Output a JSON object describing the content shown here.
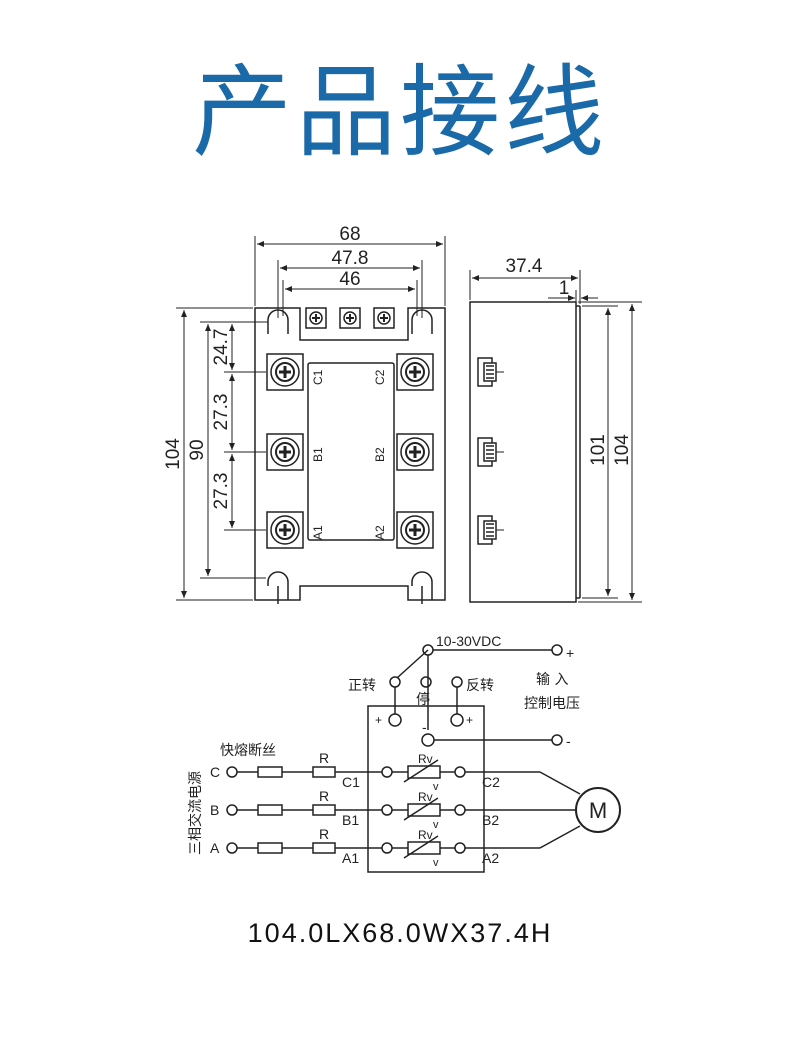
{
  "title": "产品接线",
  "dimensions": {
    "top_68": "68",
    "top_47_8": "47.8",
    "top_46": "46",
    "side_37_4": "37.4",
    "side_1": "1",
    "left_104": "104",
    "left_90": "90",
    "left_24_7": "24.7",
    "left_27_3a": "27.3",
    "left_27_3b": "27.3",
    "right_101": "101",
    "right_104": "104"
  },
  "terminals": {
    "c1": "C1",
    "b1": "B1",
    "a1": "A1",
    "c2": "C2",
    "b2": "B2",
    "a2": "A2"
  },
  "wiring": {
    "supply_voltage": "10-30VDC",
    "plus_top": "+",
    "input_label_1": "输 入",
    "input_label_2": "控制电压",
    "forward": "正转",
    "stop": "停",
    "reverse": "反转",
    "plus_left": "+",
    "plus_right": "+",
    "minus_center": "-",
    "minus_right": "-",
    "fuse": "快熔断丝",
    "three_phase": "三相交流电源",
    "phase_c": "C",
    "phase_b": "B",
    "phase_a": "A",
    "r1": "R",
    "r2": "R",
    "r3": "R",
    "rv1": "Rv",
    "rv2": "Rv",
    "rv3": "Rv",
    "v1": "v",
    "v2": "v",
    "v3": "v",
    "out_c1": "C1",
    "out_b1": "B1",
    "out_a1": "A1",
    "out_c2": "C2",
    "out_b2": "B2",
    "out_a2": "A2",
    "motor": "M"
  },
  "footer": "104.0LX68.0WX37.4H",
  "colors": {
    "title": "#1a69a8",
    "line": "#222222"
  }
}
